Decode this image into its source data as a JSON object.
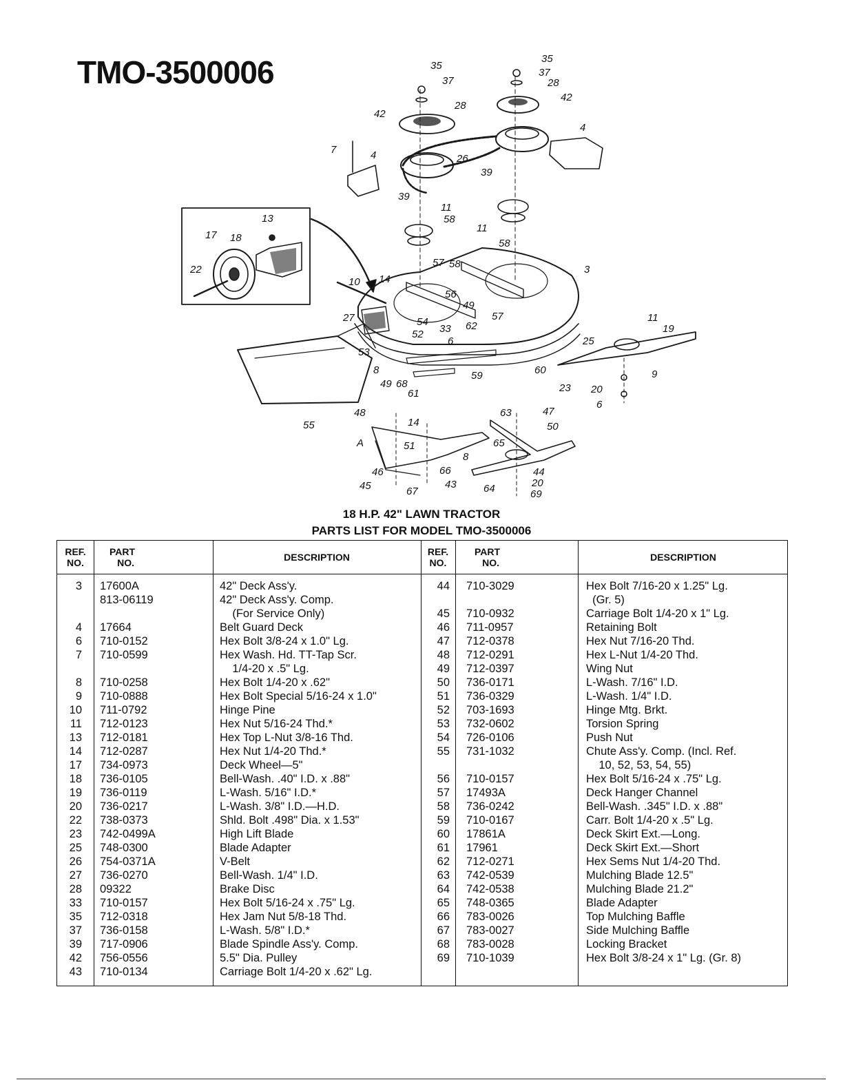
{
  "model_title": "TMO-3500006",
  "diagram_callouts": [
    "35",
    "37",
    "28",
    "42",
    "35",
    "37",
    "28",
    "42",
    "7",
    "4",
    "26",
    "4",
    "39",
    "39",
    "11",
    "58",
    "13",
    "17",
    "18",
    "11",
    "58",
    "22",
    "57",
    "58",
    "10",
    "14",
    "3",
    "56",
    "49",
    "27",
    "54",
    "52",
    "33",
    "6",
    "57",
    "62",
    "11",
    "19",
    "25",
    "53",
    "8",
    "49",
    "68",
    "61",
    "59",
    "60",
    "23",
    "9",
    "20",
    "6",
    "55",
    "48",
    "14",
    "63",
    "47",
    "50",
    "A",
    "51",
    "65",
    "8",
    "46",
    "66",
    "44",
    "45",
    "67",
    "43",
    "64",
    "20",
    "69"
  ],
  "heading_line1": "18 H.P. 42\" LAWN TRACTOR",
  "heading_line2": "PARTS LIST FOR MODEL TMO-3500006",
  "table": {
    "headers": {
      "ref1": "REF.",
      "ref2": "NO.",
      "part1": "PART",
      "part2": "NO.",
      "desc": "DESCRIPTION"
    },
    "left_rows": [
      {
        "ref": "3",
        "part": "17600A",
        "desc": "42\" Deck Ass'y."
      },
      {
        "ref": "",
        "part": "813-06119",
        "desc": "42\" Deck Ass'y. Comp."
      },
      {
        "ref": "",
        "part": "",
        "desc": "    (For Service Only)"
      },
      {
        "ref": "4",
        "part": "17664",
        "desc": "Belt Guard Deck"
      },
      {
        "ref": "6",
        "part": "710-0152",
        "desc": "Hex Bolt 3/8-24 x 1.0\" Lg."
      },
      {
        "ref": "7",
        "part": "710-0599",
        "desc": "Hex Wash. Hd. TT-Tap Scr."
      },
      {
        "ref": "",
        "part": "",
        "desc": "    1/4-20 x .5\" Lg."
      },
      {
        "ref": "8",
        "part": "710-0258",
        "desc": "Hex Bolt 1/4-20 x .62\""
      },
      {
        "ref": "9",
        "part": "710-0888",
        "desc": "Hex Bolt Special 5/16-24 x 1.0\""
      },
      {
        "ref": "10",
        "part": "711-0792",
        "desc": "Hinge Pine"
      },
      {
        "ref": "11",
        "part": "712-0123",
        "desc": "Hex Nut 5/16-24 Thd.*"
      },
      {
        "ref": "13",
        "part": "712-0181",
        "desc": "Hex Top L-Nut 3/8-16 Thd."
      },
      {
        "ref": "14",
        "part": "712-0287",
        "desc": "Hex Nut 1/4-20 Thd.*"
      },
      {
        "ref": "17",
        "part": "734-0973",
        "desc": "Deck Wheel—5\""
      },
      {
        "ref": "18",
        "part": "736-0105",
        "desc": "Bell-Wash. .40\" I.D. x .88\""
      },
      {
        "ref": "19",
        "part": "736-0119",
        "desc": "L-Wash. 5/16\" I.D.*"
      },
      {
        "ref": "20",
        "part": "736-0217",
        "desc": "L-Wash. 3/8\" I.D.—H.D."
      },
      {
        "ref": "22",
        "part": "738-0373",
        "desc": "Shld. Bolt .498\" Dia. x 1.53\""
      },
      {
        "ref": "23",
        "part": "742-0499A",
        "desc": "High Lift Blade"
      },
      {
        "ref": "25",
        "part": "748-0300",
        "desc": "Blade Adapter"
      },
      {
        "ref": "26",
        "part": "754-0371A",
        "desc": "V-Belt"
      },
      {
        "ref": "27",
        "part": "736-0270",
        "desc": "Bell-Wash. 1/4\" I.D."
      },
      {
        "ref": "28",
        "part": "09322",
        "desc": "Brake Disc"
      },
      {
        "ref": "33",
        "part": "710-0157",
        "desc": "Hex Bolt 5/16-24 x .75\" Lg."
      },
      {
        "ref": "35",
        "part": "712-0318",
        "desc": "Hex Jam Nut 5/8-18 Thd."
      },
      {
        "ref": "37",
        "part": "736-0158",
        "desc": "L-Wash. 5/8\" I.D.*"
      },
      {
        "ref": "39",
        "part": "717-0906",
        "desc": "Blade Spindle Ass'y. Comp."
      },
      {
        "ref": "42",
        "part": "756-0556",
        "desc": "5.5\" Dia. Pulley"
      },
      {
        "ref": "43",
        "part": "710-0134",
        "desc": "Carriage Bolt 1/4-20 x .62\" Lg."
      }
    ],
    "right_rows": [
      {
        "ref": "44",
        "part": "710-3029",
        "desc": "Hex Bolt 7/16-20 x 1.25\" Lg."
      },
      {
        "ref": "",
        "part": "",
        "desc": "  (Gr. 5)"
      },
      {
        "ref": "45",
        "part": "710-0932",
        "desc": "Carriage Bolt 1/4-20 x 1\" Lg."
      },
      {
        "ref": "46",
        "part": "711-0957",
        "desc": "Retaining Bolt"
      },
      {
        "ref": "47",
        "part": "712-0378",
        "desc": "Hex Nut 7/16-20 Thd."
      },
      {
        "ref": "48",
        "part": "712-0291",
        "desc": "Hex L-Nut 1/4-20 Thd."
      },
      {
        "ref": "49",
        "part": "712-0397",
        "desc": "Wing Nut"
      },
      {
        "ref": "50",
        "part": "736-0171",
        "desc": "L-Wash. 7/16\" I.D."
      },
      {
        "ref": "51",
        "part": "736-0329",
        "desc": "L-Wash. 1/4\" I.D."
      },
      {
        "ref": "52",
        "part": "703-1693",
        "desc": "Hinge Mtg. Brkt."
      },
      {
        "ref": "53",
        "part": "732-0602",
        "desc": "Torsion Spring"
      },
      {
        "ref": "54",
        "part": "726-0106",
        "desc": "Push Nut"
      },
      {
        "ref": "55",
        "part": "731-1032",
        "desc": "Chute Ass'y. Comp. (Incl. Ref."
      },
      {
        "ref": "",
        "part": "",
        "desc": "    10, 52, 53, 54, 55)"
      },
      {
        "ref": "56",
        "part": "710-0157",
        "desc": "Hex Bolt 5/16-24 x .75\" Lg."
      },
      {
        "ref": "57",
        "part": "17493A",
        "desc": "Deck Hanger Channel"
      },
      {
        "ref": "58",
        "part": "736-0242",
        "desc": "Bell-Wash. .345\" I.D. x .88\""
      },
      {
        "ref": "59",
        "part": "710-0167",
        "desc": "Carr. Bolt 1/4-20 x .5\" Lg."
      },
      {
        "ref": "60",
        "part": "17861A",
        "desc": "Deck Skirt Ext.—Long."
      },
      {
        "ref": "61",
        "part": "17961",
        "desc": "Deck Skirt Ext.—Short"
      },
      {
        "ref": "62",
        "part": "712-0271",
        "desc": "Hex Sems Nut 1/4-20 Thd."
      },
      {
        "ref": "63",
        "part": "742-0539",
        "desc": "Mulching Blade 12.5\""
      },
      {
        "ref": "64",
        "part": "742-0538",
        "desc": "Mulching Blade 21.2\""
      },
      {
        "ref": "65",
        "part": "748-0365",
        "desc": "Blade Adapter"
      },
      {
        "ref": "66",
        "part": "783-0026",
        "desc": "Top Mulching Baffle"
      },
      {
        "ref": "67",
        "part": "783-0027",
        "desc": "Side Mulching Baffle"
      },
      {
        "ref": "68",
        "part": "783-0028",
        "desc": "Locking Bracket"
      },
      {
        "ref": "69",
        "part": "710-1039",
        "desc": "Hex Bolt 3/8-24 x 1\" Lg. (Gr. 8)"
      }
    ]
  }
}
